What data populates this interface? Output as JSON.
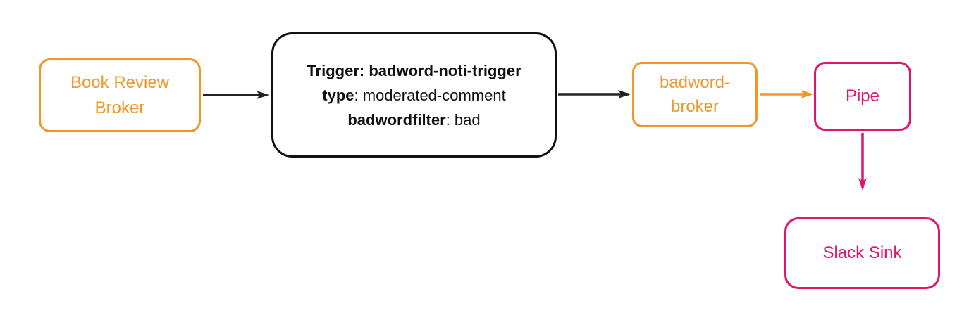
{
  "colors": {
    "orange": "#F0962B",
    "pink": "#E0156B",
    "black": "#111111",
    "arrow": "#222222",
    "background": "#FFFFFF"
  },
  "nodes": {
    "book_review_broker": {
      "label": "Book Review Broker"
    },
    "trigger": {
      "line1": "Trigger: badword-noti-trigger",
      "line2_key": "type",
      "line2_value": ": moderated-comment",
      "line3_key": "badwordfilter",
      "line3_value": ": bad"
    },
    "badword_broker": {
      "label": "badword-broker"
    },
    "pipe": {
      "label": "Pipe"
    },
    "slack_sink": {
      "label": "Slack Sink"
    }
  },
  "edges": [
    {
      "from": "book_review_broker",
      "to": "trigger",
      "color": "dark"
    },
    {
      "from": "trigger",
      "to": "badword_broker",
      "color": "dark"
    },
    {
      "from": "badword_broker",
      "to": "pipe",
      "color": "orange"
    },
    {
      "from": "pipe",
      "to": "slack_sink",
      "color": "pink"
    }
  ]
}
